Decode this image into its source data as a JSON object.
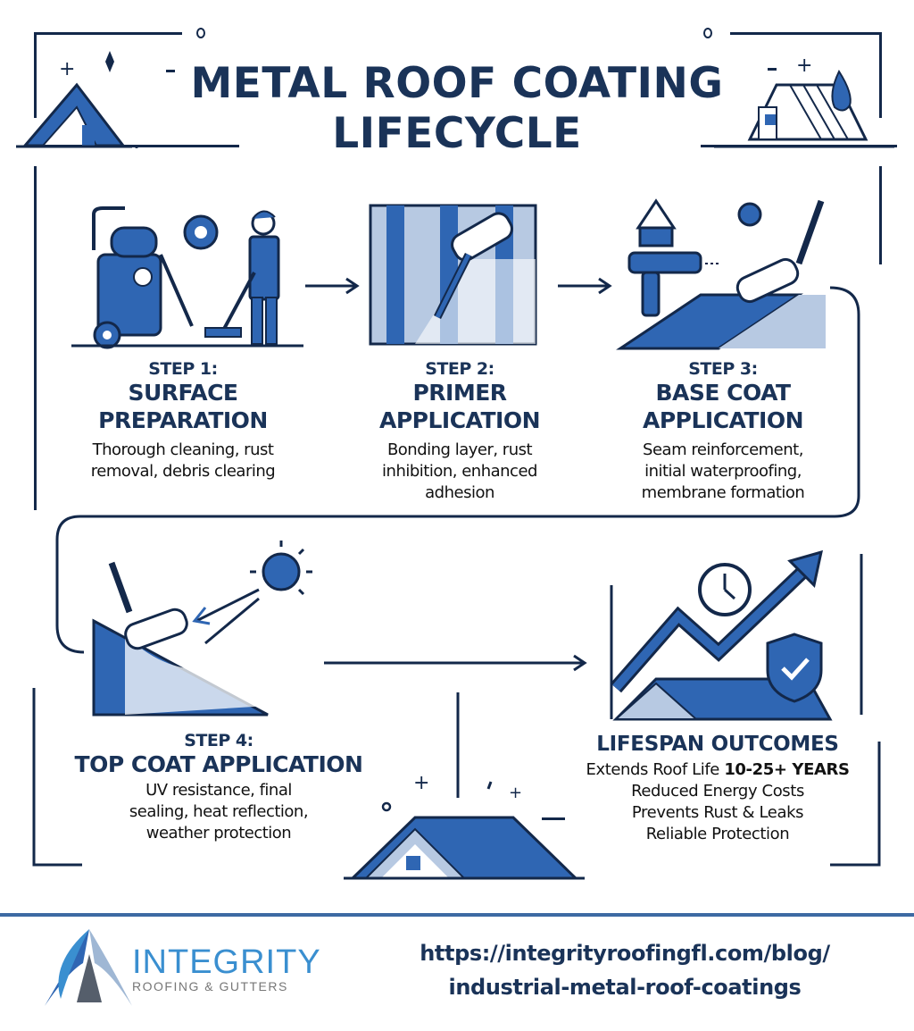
{
  "header": {
    "title_line1": "METAL ROOF COATING",
    "title_line2": "LIFECYCLE"
  },
  "colors": {
    "navy": "#13284a",
    "blue": "#2f66b3",
    "light_blue": "#b7c9e2",
    "footer_bar": "#3d6aa3",
    "brand_blue": "#3a8fd0"
  },
  "steps": [
    {
      "number": "STEP 1:",
      "title_line1": "SURFACE",
      "title_line2": "PREPARATION",
      "desc_line1": "Thorough cleaning, rust",
      "desc_line2": "removal, debris clearing",
      "desc_line3": "",
      "icon": "pressure-washer-worker-icon"
    },
    {
      "number": "STEP 2:",
      "title_line1": "PRIMER",
      "title_line2": "APPLICATION",
      "desc_line1": "Bonding layer, rust",
      "desc_line2": "inhibition, enhanced",
      "desc_line3": "adhesion",
      "icon": "paint-roller-metal-panel-icon"
    },
    {
      "number": "STEP 3:",
      "title_line1": "BASE COAT",
      "title_line2": "APPLICATION",
      "desc_line1": "Seam reinforcement,",
      "desc_line2": "initial waterproofing,",
      "desc_line3": "membrane formation",
      "icon": "spray-gun-roller-icon"
    },
    {
      "number": "STEP 4:",
      "title_line1": "TOP COAT APPLICATION",
      "desc_line1": "UV resistance, final",
      "desc_line2": "sealing, heat reflection,",
      "desc_line3": "weather protection",
      "icon": "roller-sun-reflection-icon"
    }
  ],
  "outcomes": {
    "title": "LIFESPAN OUTCOMES",
    "line1_prefix": "Extends Roof Life ",
    "line1_bold": "10-25+ YEARS",
    "line2": "Reduced Energy Costs",
    "line3": "Prevents Rust & Leaks",
    "line4": "Reliable Protection",
    "icon": "growth-chart-shield-clock-icon"
  },
  "footer": {
    "brand_name": "INTEGRITY",
    "brand_sub": "ROOFING & GUTTERS",
    "url_line1": "https://integrityroofingfl.com/blog/",
    "url_line2": "industrial-metal-roof-coatings"
  }
}
